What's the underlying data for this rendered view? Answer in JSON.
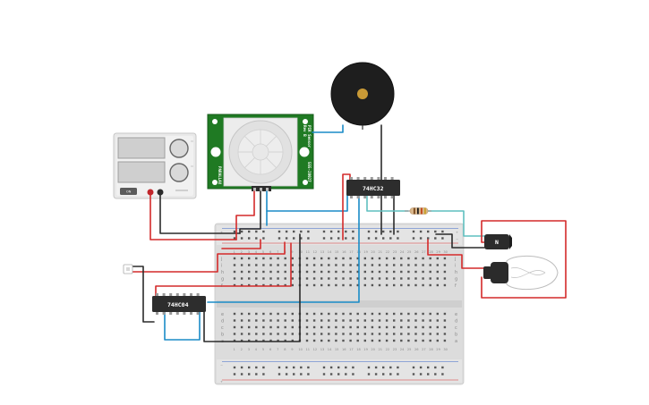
{
  "components": {
    "chip_left": {
      "label": "74HC04"
    },
    "chip_right": {
      "label": "74HC32"
    },
    "pir_sensor": {
      "brand": "PARALLAX",
      "title": "PIR Sensor",
      "rev": "Rev B",
      "part": "555-28027"
    },
    "power_supply": {
      "button": "ON"
    }
  },
  "breadboard": {
    "row_letters_top": [
      "j",
      "i",
      "h",
      "g",
      "f"
    ],
    "row_letters_bottom": [
      "e",
      "d",
      "c",
      "b",
      "a"
    ],
    "columns": [
      1,
      2,
      3,
      4,
      5,
      6,
      7,
      8,
      9,
      10,
      11,
      12,
      13,
      14,
      15,
      16,
      17,
      18,
      19,
      20,
      21,
      22,
      23,
      24,
      25,
      26,
      27,
      28,
      29,
      30
    ],
    "rail_plus": "+",
    "rail_minus": "−"
  },
  "wire_colors": {
    "red": "#d42a2a",
    "black": "#2b2b2b",
    "blue": "#1a8cc7",
    "teal": "#5fbfbf"
  }
}
